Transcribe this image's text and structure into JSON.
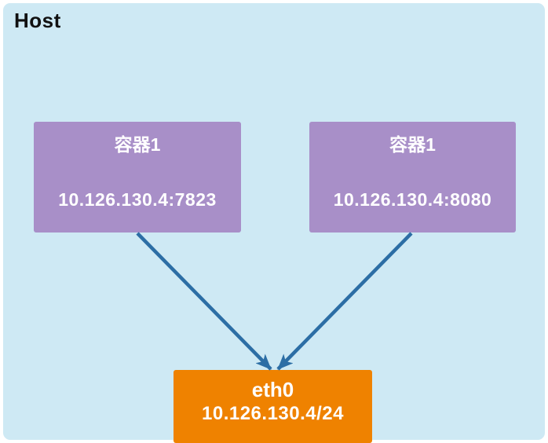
{
  "host": {
    "label": "Host"
  },
  "containers": [
    {
      "title": "容器1",
      "address": "10.126.130.4:7823"
    },
    {
      "title": "容器1",
      "address": "10.126.130.4:8080"
    }
  ],
  "interface": {
    "name": "eth0",
    "address": "10.126.130.4/24"
  },
  "colors": {
    "host-bg": "#cee9f4",
    "host-label": "#111111",
    "container-bg": "#a88fc8",
    "eth-bg": "#ef8200",
    "box-text": "#ffffff",
    "arrow": "#2c6ea5"
  }
}
